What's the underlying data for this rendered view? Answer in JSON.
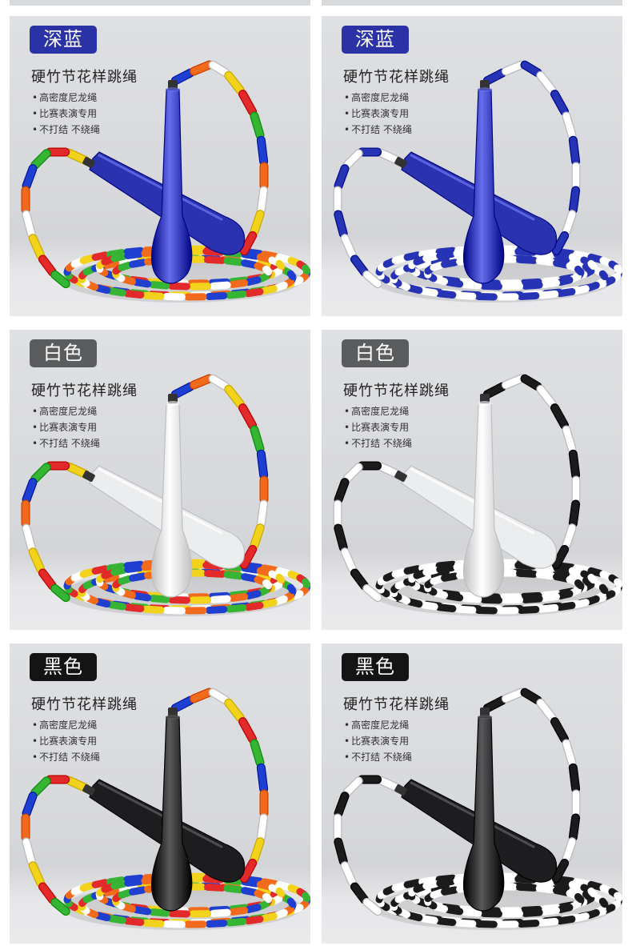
{
  "product": {
    "title": "硬竹节花样跳绳",
    "features": [
      "高密度尼龙绳",
      "比赛表演专用",
      "不打结 不绕绳"
    ]
  },
  "variants": [
    {
      "color_label": "深蓝",
      "badge_color": "#2b32a6",
      "handle_color": "#2b32b0",
      "rope_style": "multicolor"
    },
    {
      "color_label": "深蓝",
      "badge_color": "#2b32a6",
      "handle_color": "#2b32b0",
      "rope_style": "blue-white"
    },
    {
      "color_label": "白色",
      "badge_color": "#5b5c5e",
      "handle_color": "#ecedee",
      "rope_style": "multicolor"
    },
    {
      "color_label": "白色",
      "badge_color": "#5b5c5e",
      "handle_color": "#ecedee",
      "rope_style": "black-white"
    },
    {
      "color_label": "黑色",
      "badge_color": "#141414",
      "handle_color": "#1d1d1f",
      "rope_style": "multicolor"
    },
    {
      "color_label": "黑色",
      "badge_color": "#141414",
      "handle_color": "#1d1d1f",
      "rope_style": "black-white"
    }
  ],
  "palettes": {
    "multicolor": [
      "#1f3fd0",
      "#f26a1b",
      "#ffffff",
      "#f2d21a",
      "#e32a2a",
      "#36b535"
    ],
    "blue-white": [
      "#2633b4",
      "#ffffff"
    ],
    "black-white": [
      "#1b1b1b",
      "#ffffff"
    ]
  }
}
